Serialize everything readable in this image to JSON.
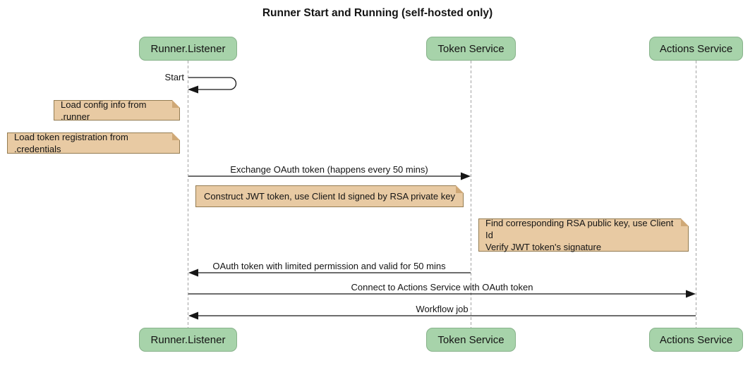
{
  "diagram_type": "sequence",
  "title": "Runner Start and Running (self-hosted only)",
  "participants": [
    {
      "label": "Runner.Listener"
    },
    {
      "label": "Token Service"
    },
    {
      "label": "Actions Service"
    }
  ],
  "messages": [
    {
      "kind": "self",
      "from": "Runner.Listener",
      "to": "Runner.Listener",
      "label": "Start"
    },
    {
      "kind": "solid-arrow",
      "from": "Runner.Listener",
      "to": "Token Service",
      "label": "Exchange OAuth token (happens every 50 mins)"
    },
    {
      "kind": "solid-arrow",
      "from": "Token Service",
      "to": "Runner.Listener",
      "label": "OAuth token with limited permission and valid for 50 mins"
    },
    {
      "kind": "solid-arrow",
      "from": "Runner.Listener",
      "to": "Actions Service",
      "label": "Connect to Actions Service with OAuth token"
    },
    {
      "kind": "solid-arrow",
      "from": "Actions Service",
      "to": "Runner.Listener",
      "label": "Workflow job"
    }
  ],
  "notes": [
    {
      "position": "left of Runner.Listener",
      "label": "Load config info from .runner"
    },
    {
      "position": "left of Runner.Listener",
      "label": "Load token registration from .credentials"
    },
    {
      "position": "right of Runner.Listener",
      "label": "Construct JWT token, use Client Id signed by RSA private key"
    },
    {
      "position": "left of Actions Service",
      "label": "Find corresponding RSA public key, use Client Id\nVerify JWT token's signature"
    }
  ],
  "colors": {
    "background": "#ffffff",
    "participant_fill": "#a7d3aa",
    "participant_border": "#87b28a",
    "note_fill": "#e8caa3",
    "note_border": "#947c51",
    "note_fold": "#cfa876",
    "lifeline": "#a3a3a3",
    "message_line": "#161616",
    "text": "#141414"
  }
}
